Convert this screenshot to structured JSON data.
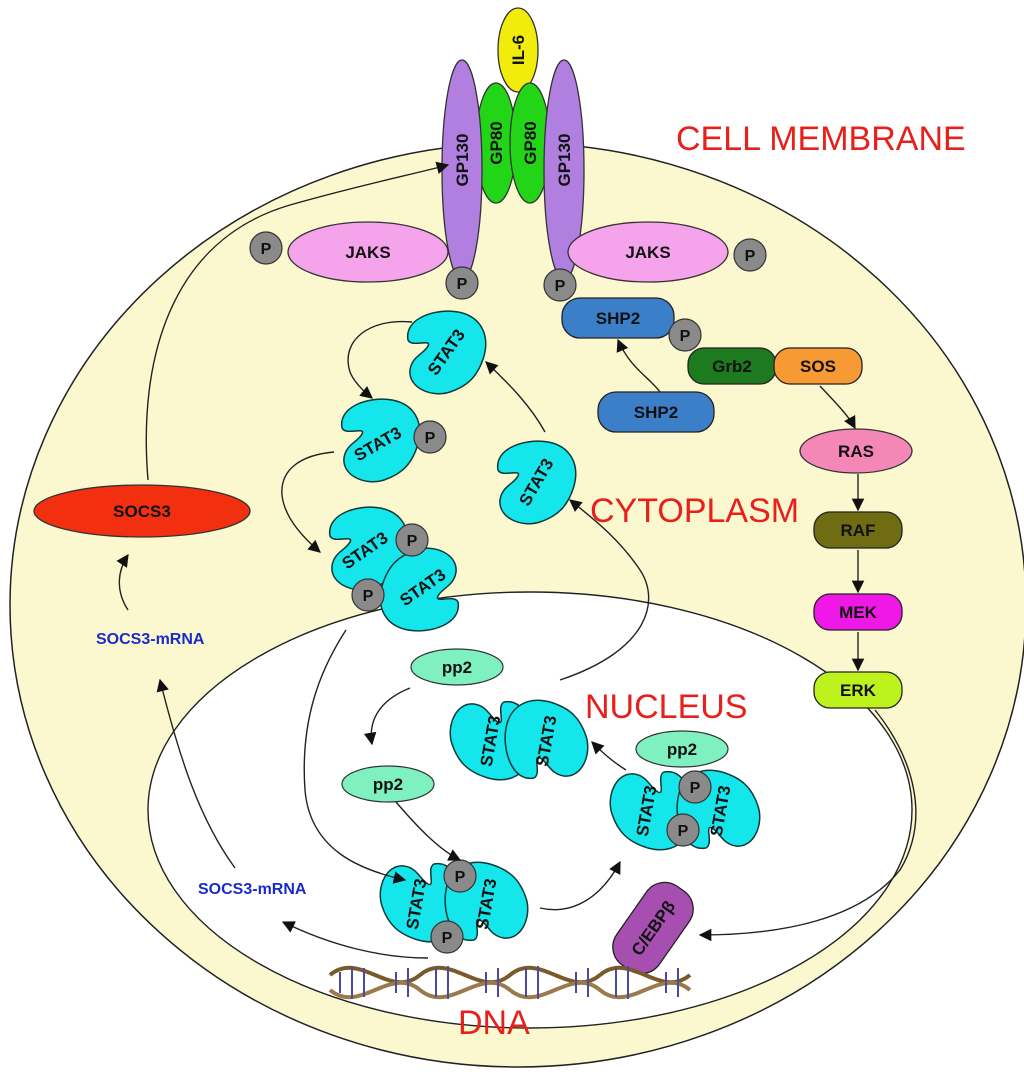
{
  "labels": {
    "cell_membrane": "CELL MEMBRANE",
    "cytoplasm": "CYTOPLASM",
    "nucleus": "NUCLEUS",
    "dna": "DNA"
  },
  "molecules": {
    "il6": "IL-6",
    "gp80": "GP80",
    "gp130": "GP130",
    "jaks": "JAKS",
    "p": "P",
    "stat3": "STAT3",
    "shp2": "SHP2",
    "grb2": "Grb2",
    "sos": "SOS",
    "ras": "RAS",
    "raf": "RAF",
    "mek": "MEK",
    "erk": "ERK",
    "socs3": "SOCS3",
    "socs3_mrna": "SOCS3-mRNA",
    "pp2": "pp2",
    "cebpb": "C/EBPβ"
  },
  "colors": {
    "cell_fill": "#fbf7cf",
    "stat3": "#14e6ec",
    "phosphate": "#8a8a8a",
    "gp130": "#b07fe0",
    "gp80": "#22d617",
    "il6": "#f2ec0c",
    "jaks": "#f5a3ea",
    "shp2": "#3b7fc9",
    "grb2": "#1e7a1e",
    "sos": "#f79a33",
    "ras": "#f487b6",
    "raf": "#6f6c12",
    "mek": "#f018e6",
    "erk": "#bdf21c",
    "socs3": "#f2300f",
    "pp2": "#7ff0c0",
    "cebpb": "#a64fb0",
    "label_red": "#e8201c",
    "mrna_blue": "#1a2bc9"
  }
}
